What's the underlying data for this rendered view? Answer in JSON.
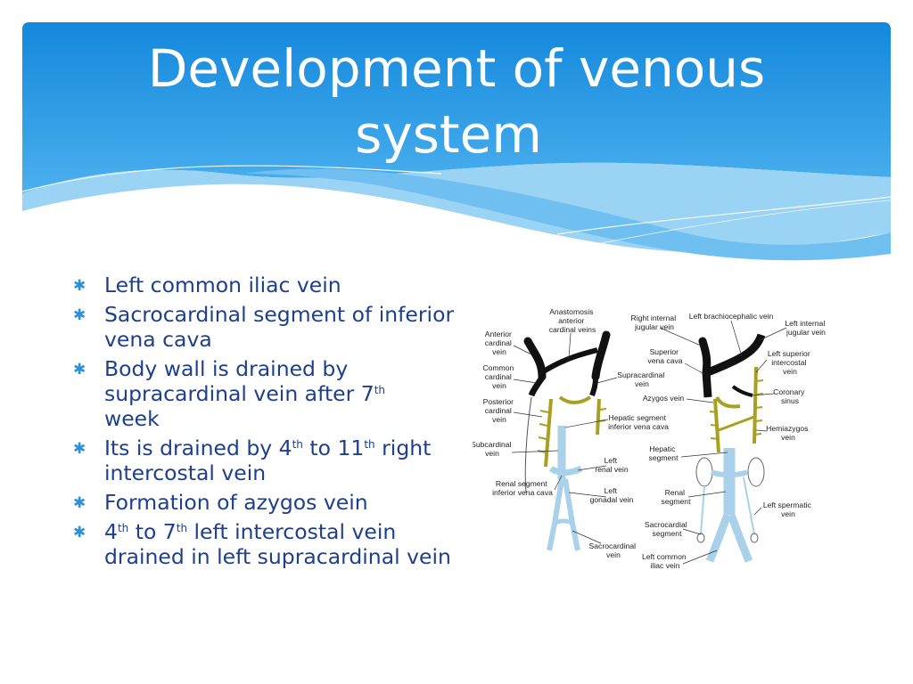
{
  "slide": {
    "title_line1": "Development of venous",
    "title_line2": "system"
  },
  "bullets": [
    {
      "id": "b1",
      "text": "Left common iliac vein"
    },
    {
      "id": "b2",
      "text": "Sacrocardinal segment of inferior vena cava"
    },
    {
      "id": "b3",
      "line1a": "Body wall is drained by",
      "line1b": "supracardinal vein after 7",
      "sup": "th",
      "line2": "week"
    },
    {
      "id": "b4",
      "pre": "Its is drained by 4",
      "sup1": "th",
      "mid": " to 11",
      "sup2": "th",
      "post": " right intercostal vein"
    },
    {
      "id": "b5",
      "text": "Formation of azygos vein"
    },
    {
      "id": "b6",
      "pre": "4",
      "sup1": "th",
      "mid": " to 7",
      "sup2": "th",
      "post": " left intercostal vein drained in left supracardinal vein"
    }
  ],
  "diagram": {
    "bullet_icon": "asterisk-bullet-icon",
    "colors": {
      "header_blue": "#1b8ee0",
      "text_blue": "#1e3f8c",
      "vein_black": "#111111",
      "vein_olive": "#a8a020",
      "vein_blue": "#a9d2ea"
    },
    "labels": {
      "anastomosis": [
        "Anastomosis",
        "anterior",
        "cardinal veins"
      ],
      "anterior_cardinal": [
        "Anterior",
        "cardinal",
        "vein"
      ],
      "common_cardinal": [
        "Common",
        "cardinal",
        "vein"
      ],
      "posterior_cardinal": [
        "Posterior",
        "cardinal",
        "vein"
      ],
      "subcardinal": [
        "Subcardinal",
        "vein"
      ],
      "renal_segment_ivc": [
        "Renal segment",
        "inferior vena cava"
      ],
      "supracardinal": [
        "Supracardinal",
        "vein"
      ],
      "hepatic_segment_ivc": [
        "Hepatic segment",
        "inferior vena cava"
      ],
      "left_renal": [
        "Left",
        "renal vein"
      ],
      "left_gonadal": [
        "Left",
        "gonadal vein"
      ],
      "sacrocardinal": [
        "Sacrocardinal",
        "vein"
      ],
      "right_internal_jugular": [
        "Right internal",
        "jugular vein"
      ],
      "left_brachiocephalic": [
        "Left brachiocephalic vein"
      ],
      "left_internal_jugular": [
        "Left internal",
        "jugular vein"
      ],
      "superior_vena_cava": [
        "Superior",
        "vena cava"
      ],
      "left_superior_intercostal": [
        "Left superior",
        "intercostal",
        "vein"
      ],
      "azygos": [
        "Azygos vein"
      ],
      "coronary_sinus": [
        "Coronary",
        "sinus"
      ],
      "hemiazygos": [
        "Hemiazygos",
        "vein"
      ],
      "hepatic_segment": [
        "Hepatic",
        "segment"
      ],
      "renal_segment": [
        "Renal",
        "segment"
      ],
      "sacrocardial_segment": [
        "Sacrocardial",
        "segment"
      ],
      "left_spermatic": [
        "Left spermatic",
        "vein"
      ],
      "left_common_iliac": [
        "Left common",
        "iliac vein"
      ]
    }
  }
}
